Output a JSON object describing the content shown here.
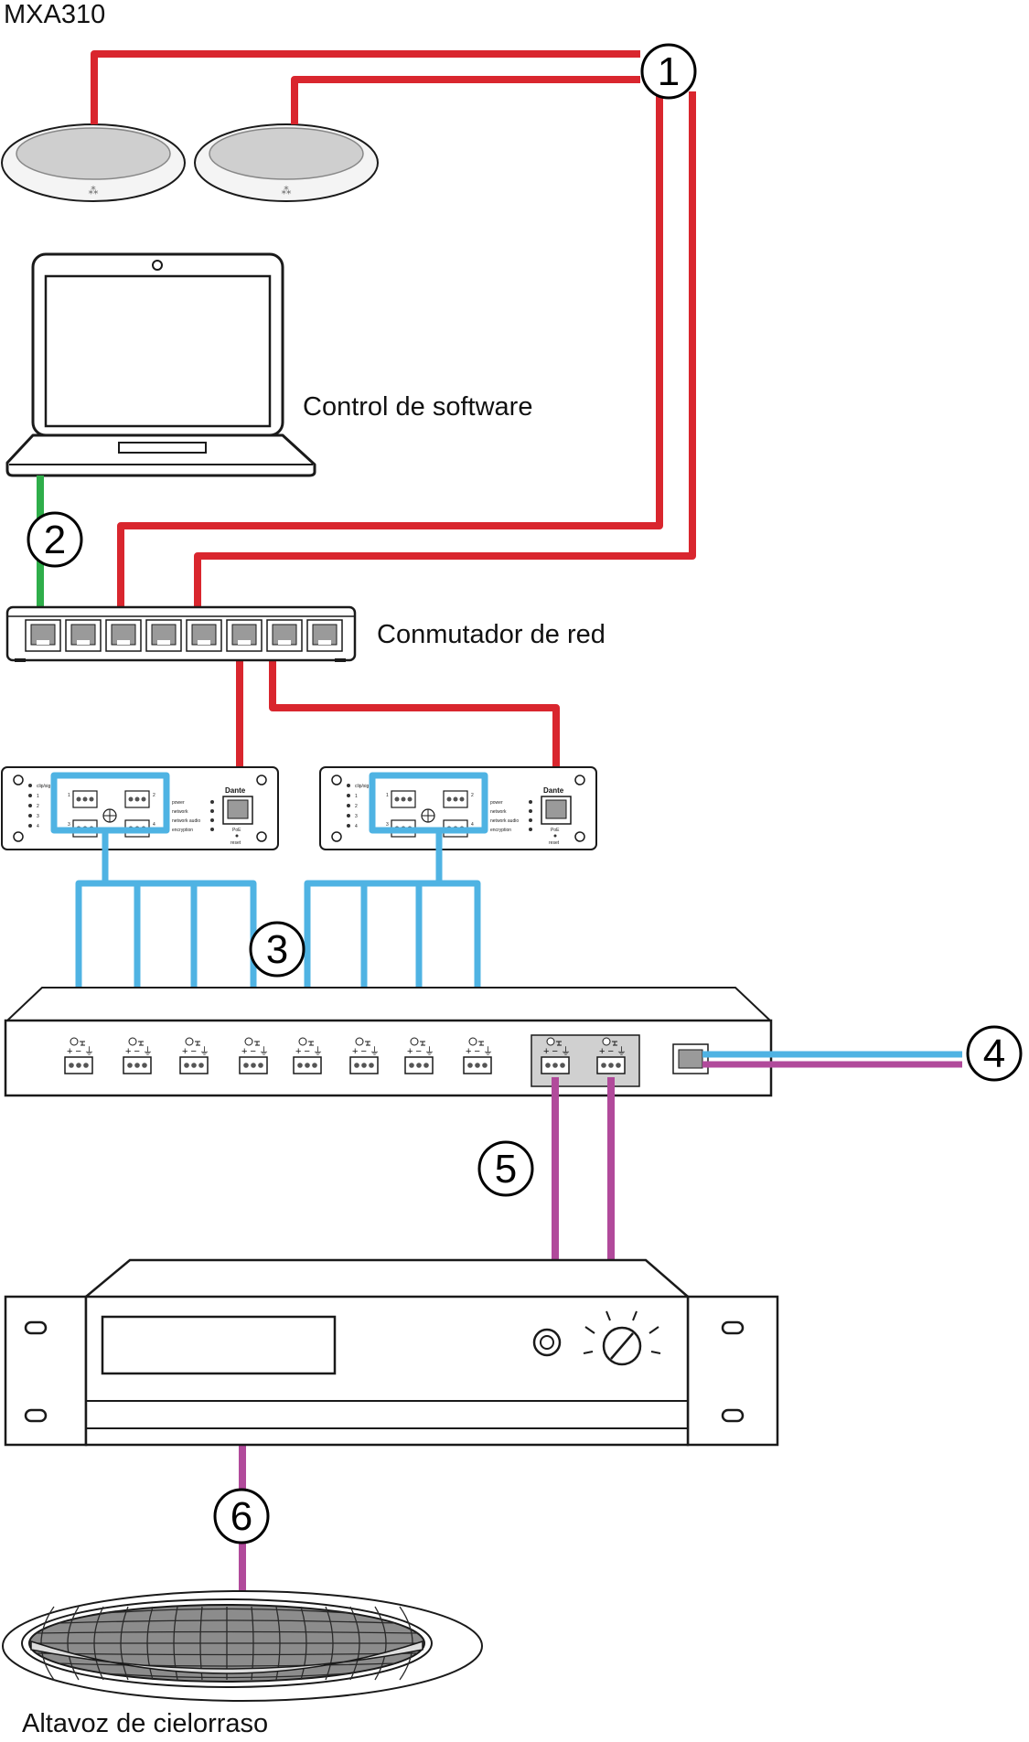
{
  "labels": {
    "mic_model": "MXA310",
    "software": "Control de software",
    "switch": "Conmutador de red",
    "ceiling_speaker": "Altavoz de cielorraso"
  },
  "callouts": [
    "1",
    "2",
    "3",
    "4",
    "5",
    "6"
  ],
  "interface_panel": {
    "left_leds": [
      "clip/sig",
      "1",
      "2",
      "3",
      "4"
    ],
    "status_leds": [
      "power",
      "network",
      "network audio",
      "encryption"
    ],
    "logo": "Dante",
    "poe": "PoE",
    "reset": "reset",
    "port_numbers": [
      "1",
      "2",
      "3",
      "4"
    ]
  },
  "colors": {
    "dante_cable": "#d9262e",
    "control_cable": "#2fae4a",
    "analog_cable": "#4fb3e3",
    "amp_cable": "#b14a9b",
    "outline": "#1a1a1a"
  }
}
